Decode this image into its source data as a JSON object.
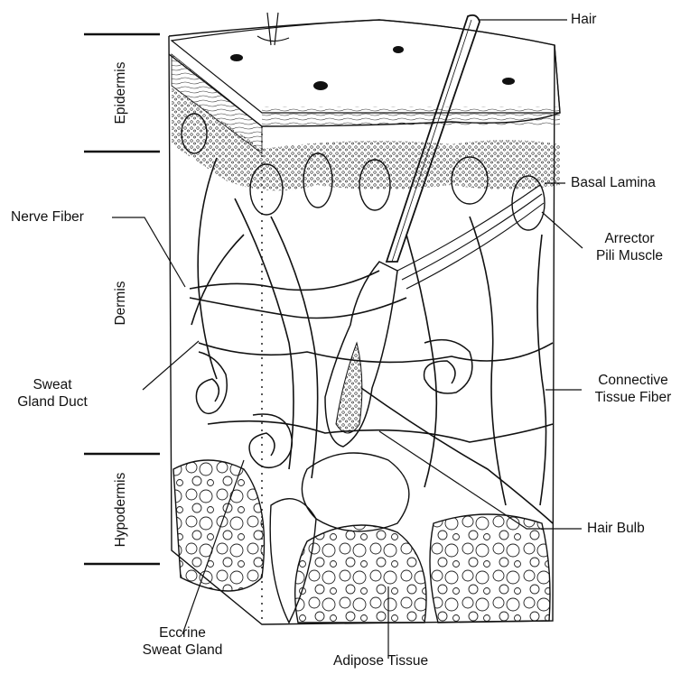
{
  "layers": [
    {
      "name": "Epidermis"
    },
    {
      "name": "Dermis"
    },
    {
      "name": "Hypodermis"
    }
  ],
  "labels": {
    "hair": "Hair",
    "basal_lamina": "Basal Lamina",
    "arrector_line1": "Arrector",
    "arrector_line2": "Pili Muscle",
    "nerve_fiber": "Nerve Fiber",
    "sweat_duct_line1": "Sweat",
    "sweat_duct_line2": "Gland Duct",
    "connective_line1": "Connective",
    "connective_line2": "Tissue Fiber",
    "hair_bulb": "Hair Bulb",
    "eccrine_line1": "Eccrine",
    "eccrine_line2": "Sweat Gland",
    "adipose": "Adipose Tissue"
  },
  "colors": {
    "ink": "#111111",
    "paper": "#ffffff"
  }
}
